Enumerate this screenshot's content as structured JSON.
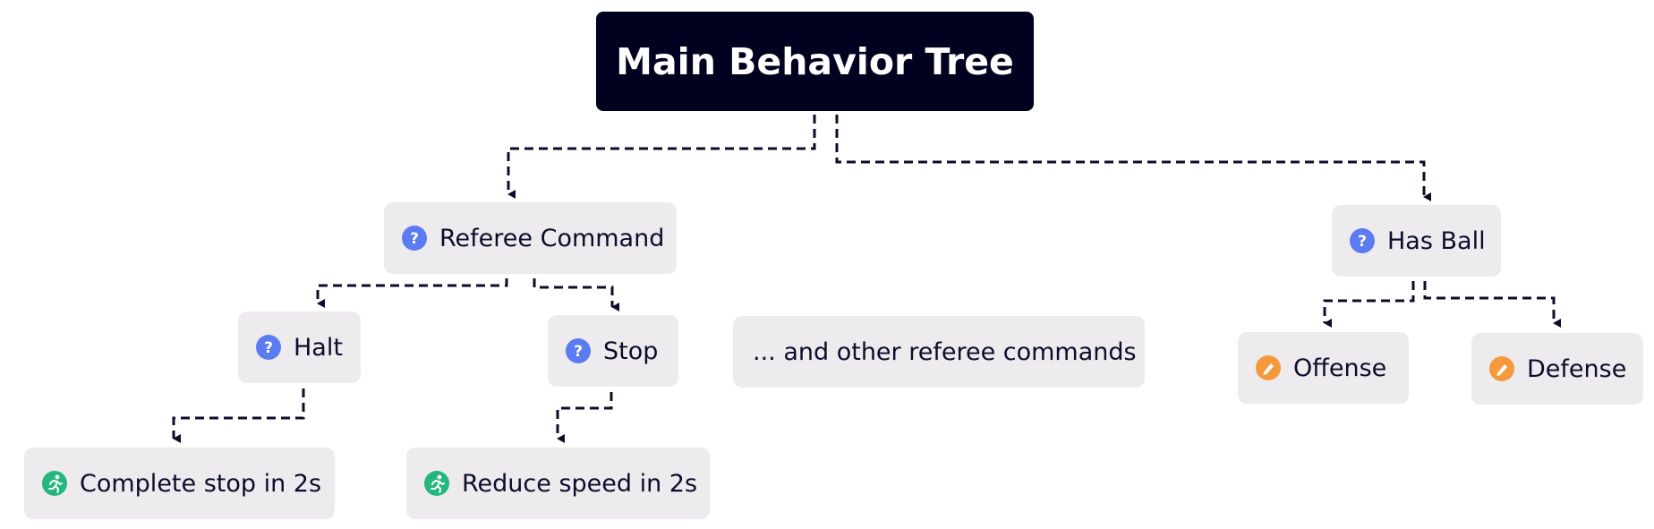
{
  "colors": {
    "root_bg": "#00021f",
    "node_bg": "#edebee",
    "edge": "#0d0d2b",
    "condition_icon": "#5b7cf0",
    "subtree_icon": "#f59a3c",
    "action_icon": "#23b67d"
  },
  "nodes": {
    "root": {
      "label": "Main Behavior Tree"
    },
    "referee_command": {
      "label": "Referee Command",
      "icon": "question-icon"
    },
    "has_ball": {
      "label": "Has Ball",
      "icon": "question-icon"
    },
    "halt": {
      "label": "Halt",
      "icon": "question-icon"
    },
    "stop": {
      "label": "Stop",
      "icon": "question-icon"
    },
    "other_commands": {
      "label": "... and other referee commands"
    },
    "offense": {
      "label": "Offense",
      "icon": "pencil-icon"
    },
    "defense": {
      "label": "Defense",
      "icon": "pencil-icon"
    },
    "complete_stop": {
      "label": "Complete stop in 2s",
      "icon": "running-person-icon"
    },
    "reduce_speed": {
      "label": "Reduce speed in 2s",
      "icon": "running-person-icon"
    }
  },
  "edges": [
    {
      "from": "root",
      "to": "referee_command"
    },
    {
      "from": "root",
      "to": "has_ball"
    },
    {
      "from": "referee_command",
      "to": "halt"
    },
    {
      "from": "referee_command",
      "to": "stop"
    },
    {
      "from": "halt",
      "to": "complete_stop"
    },
    {
      "from": "stop",
      "to": "reduce_speed"
    },
    {
      "from": "has_ball",
      "to": "offense"
    },
    {
      "from": "has_ball",
      "to": "defense"
    }
  ]
}
